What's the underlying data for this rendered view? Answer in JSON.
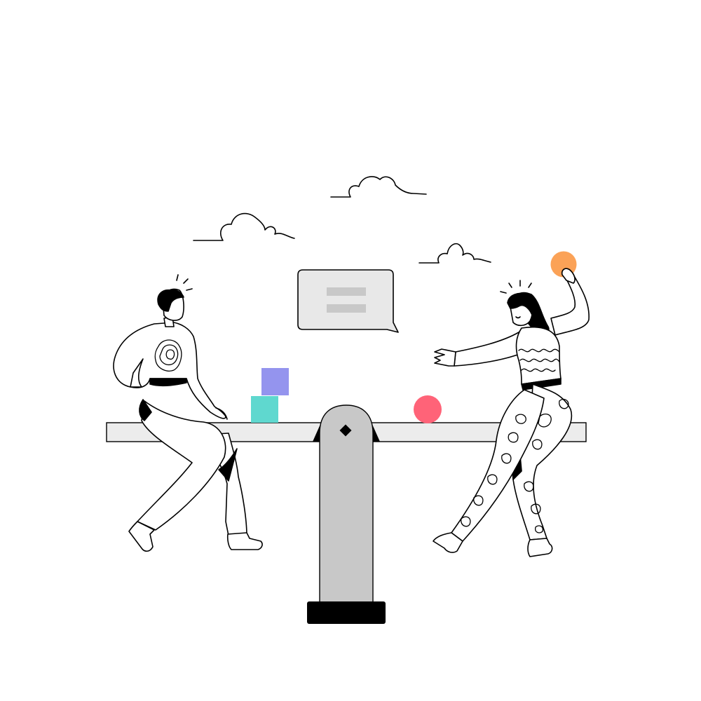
{
  "scene": {
    "colors": {
      "background": "#ffffff",
      "stroke": "#000000",
      "plank": "#ececec",
      "pillar": "#c8c8c8",
      "base": "#000000",
      "speech_bubble": "#e8e8e8",
      "bubble_bars": "#c8c8c8",
      "block_purple": "#9494ee",
      "block_teal": "#5fd8cf",
      "ball_pink": "#ff6378",
      "ball_orange": "#fba257"
    },
    "elements": {
      "clouds": [
        "cloud",
        "cloud",
        "cloud"
      ],
      "characters": [
        "man-sitting",
        "woman-playing"
      ],
      "objects": [
        "seesaw",
        "speech-bubble",
        "stacked-blocks",
        "pink-ball",
        "orange-ball"
      ],
      "speech_bubble_symbol": "equals-icon"
    }
  }
}
